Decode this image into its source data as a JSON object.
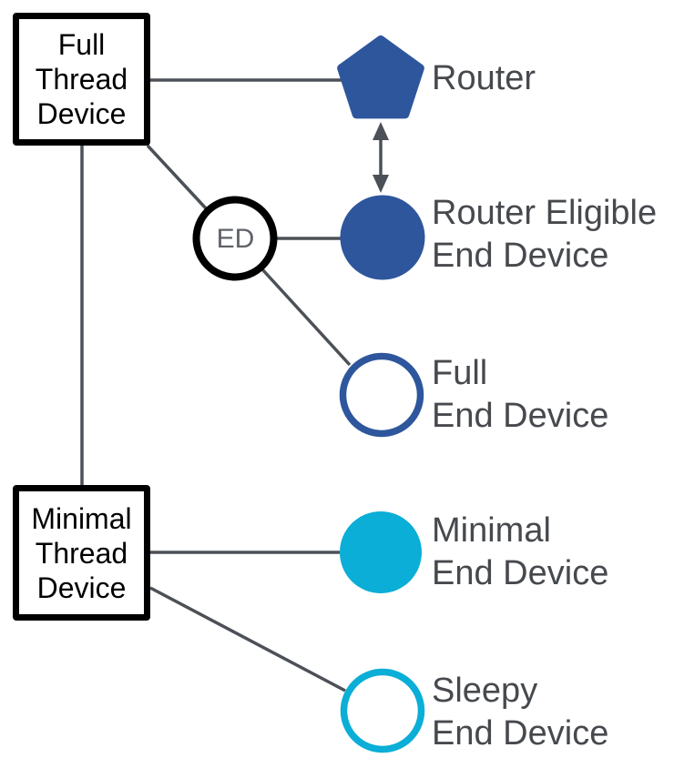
{
  "diagram": {
    "type": "network-device-hierarchy",
    "background": "#ffffff",
    "colors": {
      "router_blue": "#2e569c",
      "minimal_cyan": "#0aaed6",
      "connector_gray": "#4c5157",
      "label_gray": "#46494d",
      "ed_text_gray": "#5f6368",
      "outline_black": "#000000"
    },
    "nodes": {
      "full_thread_device": {
        "shape": "square-outline-black",
        "lines": [
          "Full",
          "Thread",
          "Device"
        ]
      },
      "minimal_thread_device": {
        "shape": "square-outline-black",
        "lines": [
          "Minimal",
          "Thread",
          "Device"
        ]
      },
      "ed_badge": {
        "shape": "circle-outline-black",
        "label": "ED"
      },
      "router": {
        "shape": "pentagon-filled-blue",
        "label": "Router"
      },
      "router_eligible_end_device": {
        "shape": "circle-filled-blue",
        "lines": [
          "Router Eligible",
          "End Device"
        ]
      },
      "full_end_device": {
        "shape": "circle-outline-blue",
        "lines": [
          "Full",
          "End Device"
        ]
      },
      "minimal_end_device": {
        "shape": "circle-filled-cyan",
        "lines": [
          "Minimal",
          "End Device"
        ]
      },
      "sleepy_end_device": {
        "shape": "circle-outline-cyan",
        "lines": [
          "Sleepy",
          "End Device"
        ]
      }
    },
    "edges": [
      {
        "from": "full_thread_device",
        "to": "router",
        "style": "line"
      },
      {
        "from": "full_thread_device",
        "to": "ed_badge",
        "style": "line"
      },
      {
        "from": "full_thread_device",
        "to": "minimal_thread_device",
        "style": "line"
      },
      {
        "from": "ed_badge",
        "to": "router_eligible_end_device",
        "style": "line"
      },
      {
        "from": "ed_badge",
        "to": "full_end_device",
        "style": "line"
      },
      {
        "from": "router",
        "to": "router_eligible_end_device",
        "style": "double-headed-arrow"
      },
      {
        "from": "minimal_thread_device",
        "to": "minimal_end_device",
        "style": "line"
      },
      {
        "from": "minimal_thread_device",
        "to": "sleepy_end_device",
        "style": "line"
      }
    ]
  }
}
